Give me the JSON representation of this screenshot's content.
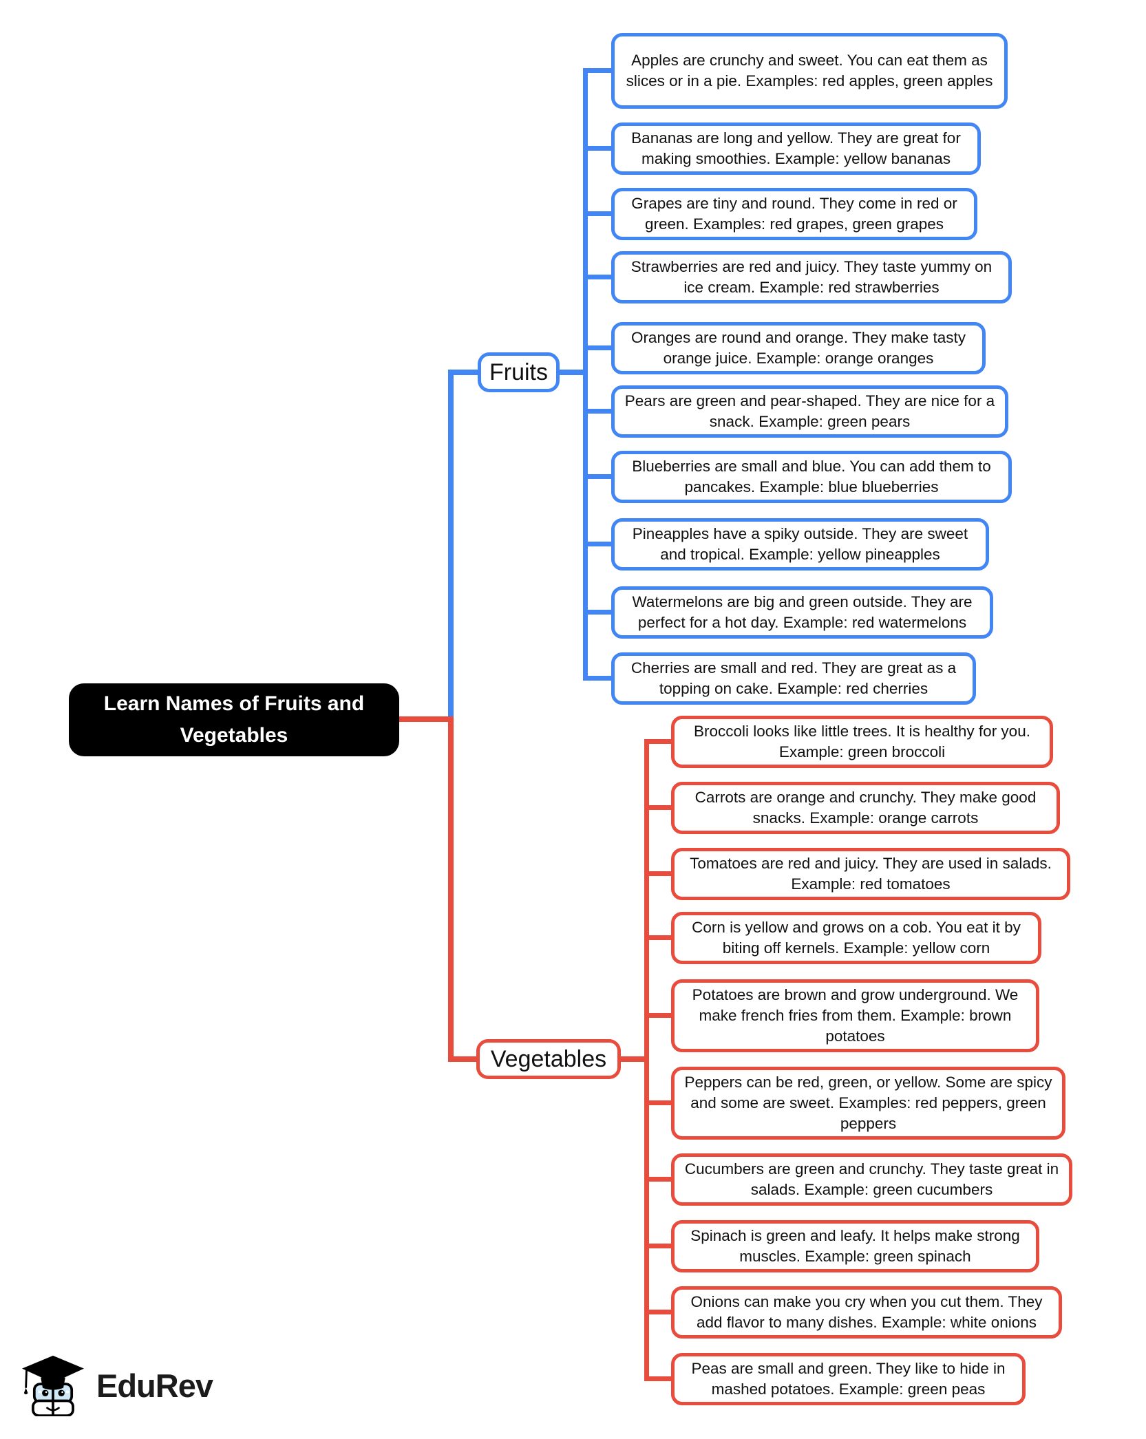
{
  "root": {
    "label": "Learn Names of Fruits and Vegetables"
  },
  "branches": [
    {
      "id": "fruits",
      "label": "Fruits",
      "items": [
        "Apples are crunchy and sweet. You can eat them as slices or in a pie. Examples: red apples, green apples",
        "Bananas are long and yellow. They are great for making smoothies. Example: yellow bananas",
        "Grapes are tiny and round. They come in red or green. Examples: red grapes, green grapes",
        "Strawberries are red and juicy. They taste yummy on ice cream. Example: red strawberries",
        "Oranges are round and orange. They make tasty orange juice. Example: orange oranges",
        "Pears are green and pear-shaped. They are nice for a snack. Example: green pears",
        "Blueberries are small and blue. You can add them to pancakes. Example: blue blueberries",
        "Pineapples have a spiky outside. They are sweet and tropical. Example: yellow pineapples",
        "Watermelons are big and green outside. They are perfect for a hot day. Example: red watermelons",
        "Cherries are small and red. They are great as a topping on cake. Example: red cherries"
      ]
    },
    {
      "id": "vegetables",
      "label": "Vegetables",
      "items": [
        "Broccoli looks like little trees. It is healthy for you. Example: green broccoli",
        "Carrots are orange and crunchy. They make good snacks. Example: orange carrots",
        "Tomatoes are red and juicy. They are used in salads. Example: red tomatoes",
        "Corn is yellow and grows on a cob. You eat it by biting off kernels. Example: yellow corn",
        "Potatoes are brown and grow underground. We make french fries from them. Example: brown potatoes",
        "Peppers can be red, green, or yellow. Some are spicy and some are sweet. Examples: red peppers, green peppers",
        "Cucumbers are green and crunchy. They taste great in salads. Example: green cucumbers",
        "Spinach is green and leafy. It helps make strong muscles. Example: green spinach",
        "Onions can make you cry when you cut them. They add flavor to many dishes. Example: white onions",
        "Peas are small and green. They like to hide in mashed potatoes. Example: green peas"
      ]
    }
  ],
  "logo": {
    "text": "EduRev"
  },
  "colors": {
    "fruits_branch": "#4285F4",
    "vegetables_branch": "#E74C3C",
    "root_background": "#000000",
    "root_text": "#FFFFFF",
    "background": "#FFFFFF"
  }
}
